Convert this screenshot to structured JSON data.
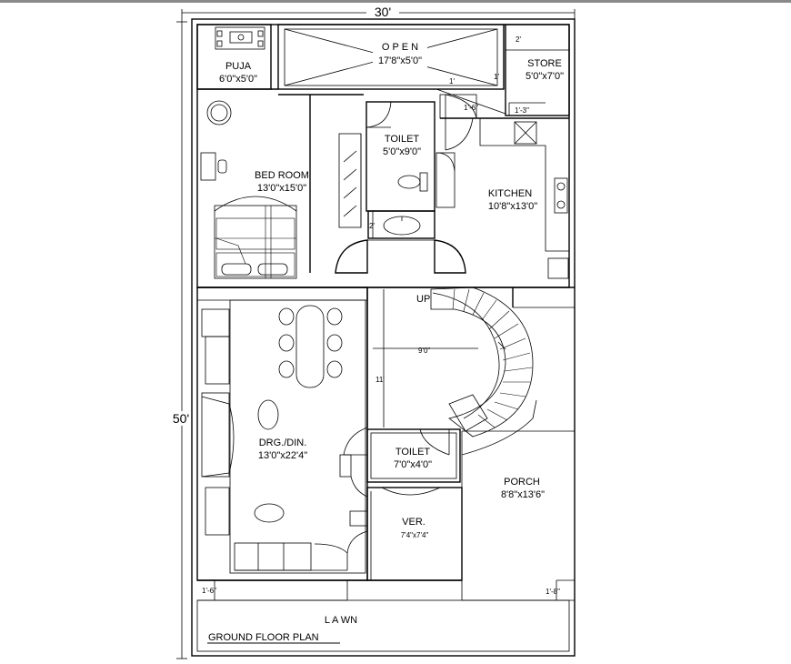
{
  "plan": {
    "title": "GROUND FLOOR PLAN",
    "width_dim": "30'",
    "depth_dim": "50'"
  },
  "rooms": {
    "puja": {
      "name": "PUJA",
      "size": "6'0\"x5'0\""
    },
    "open": {
      "name": "O P E N",
      "size": "17'8\"x5'0\""
    },
    "store": {
      "name": "STORE",
      "size": "5'0\"x7'0\""
    },
    "bedroom": {
      "name": "BED ROOM",
      "size": "13'0\"x15'0\""
    },
    "toilet1": {
      "name": "TOILET",
      "size": "5'0\"x9'0\""
    },
    "kitchen": {
      "name": "KITCHEN",
      "size": "10'8\"x13'0\""
    },
    "drawing": {
      "name": "DRG./DIN.",
      "size": "13'0\"x22'4\""
    },
    "toilet2": {
      "name": "TOILET",
      "size": "7'0\"x4'0\""
    },
    "porch": {
      "name": "PORCH",
      "size": "8'8\"x13'6\""
    },
    "ver": {
      "name": "VER.",
      "size": "7'4\"x7'4\""
    },
    "lawn": {
      "name": "L A WN"
    }
  },
  "annotations": {
    "up": "UP",
    "stair_width": "9'0\"",
    "stair_depth": "11'",
    "store_2": "2'",
    "store_1": "1'",
    "store_1_3": "1'-3\"",
    "open_1": "1'",
    "open_1_6": "1'-6\"",
    "toilet_2": "2'",
    "lawn_left": "1'-6\"",
    "lawn_right": "1'-8\""
  }
}
